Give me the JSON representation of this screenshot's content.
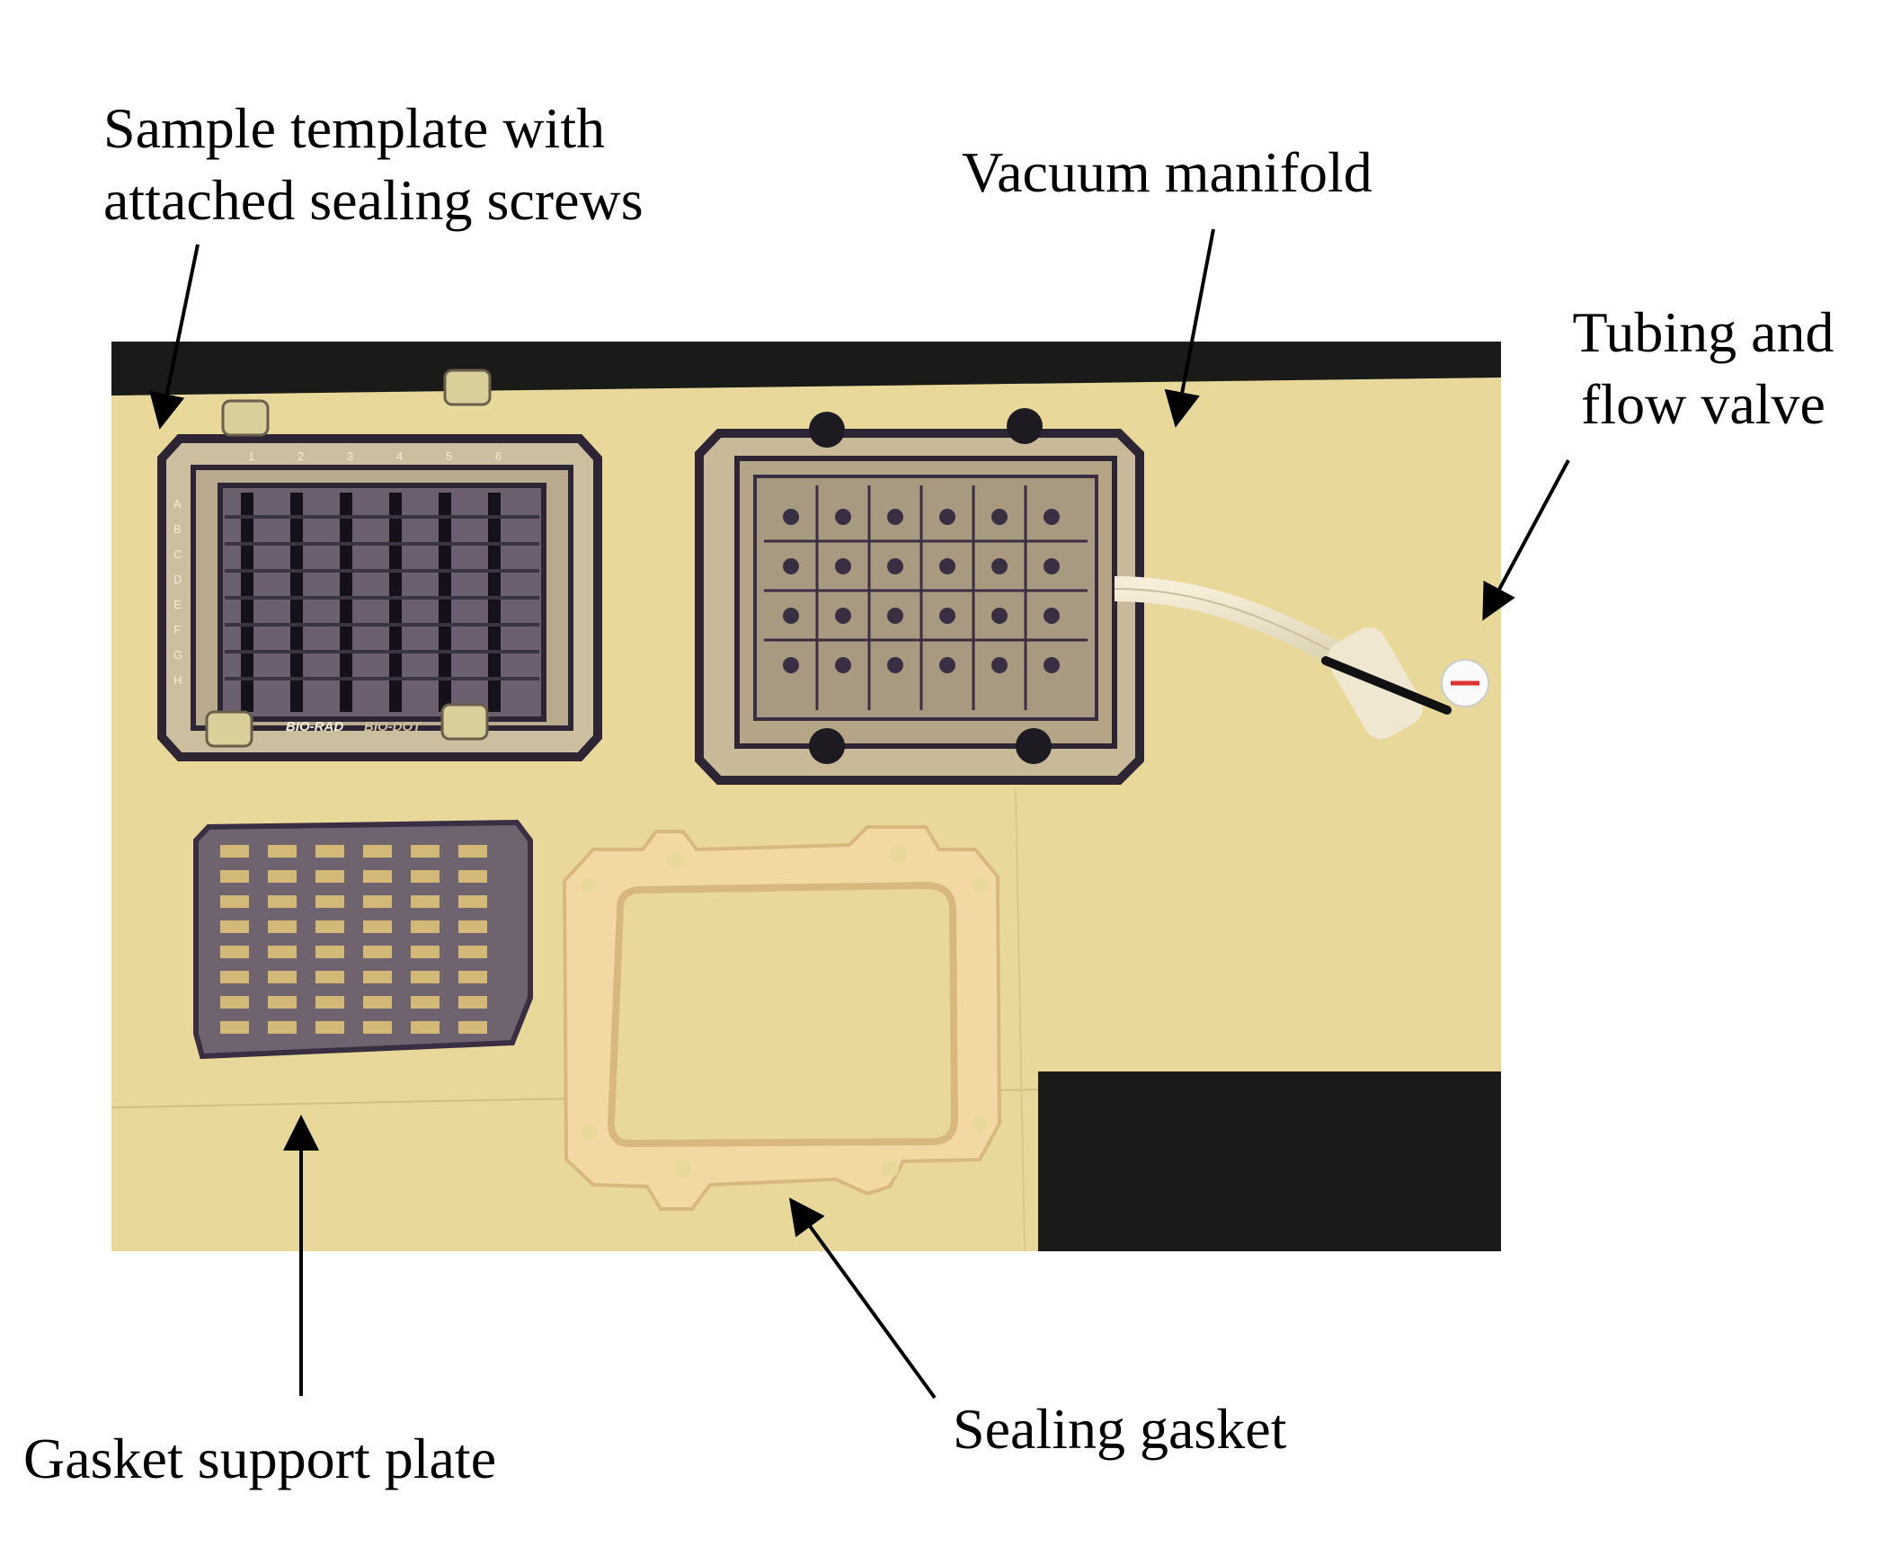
{
  "labels": {
    "sample_template_line1": "Sample template with",
    "sample_template_line2": "attached sealing screws",
    "vacuum_manifold": "Vacuum manifold",
    "tubing_line1": "Tubing and",
    "tubing_line2": "flow valve",
    "gasket_support_plate": "Gasket support plate",
    "sealing_gasket": "Sealing gasket"
  },
  "device_markings": {
    "brand": "BIO-RAD",
    "model": "BIO-DOT",
    "columns": [
      "1",
      "2",
      "3",
      "4",
      "5",
      "6"
    ],
    "rows": [
      "A",
      "B",
      "C",
      "D",
      "E",
      "F",
      "G",
      "H"
    ]
  },
  "colors": {
    "background_paper": "#e8d99b",
    "dark_backdrop": "#1a1a18",
    "plastic_frame": "#3a2f42",
    "gasket": "#f2d8a2"
  }
}
